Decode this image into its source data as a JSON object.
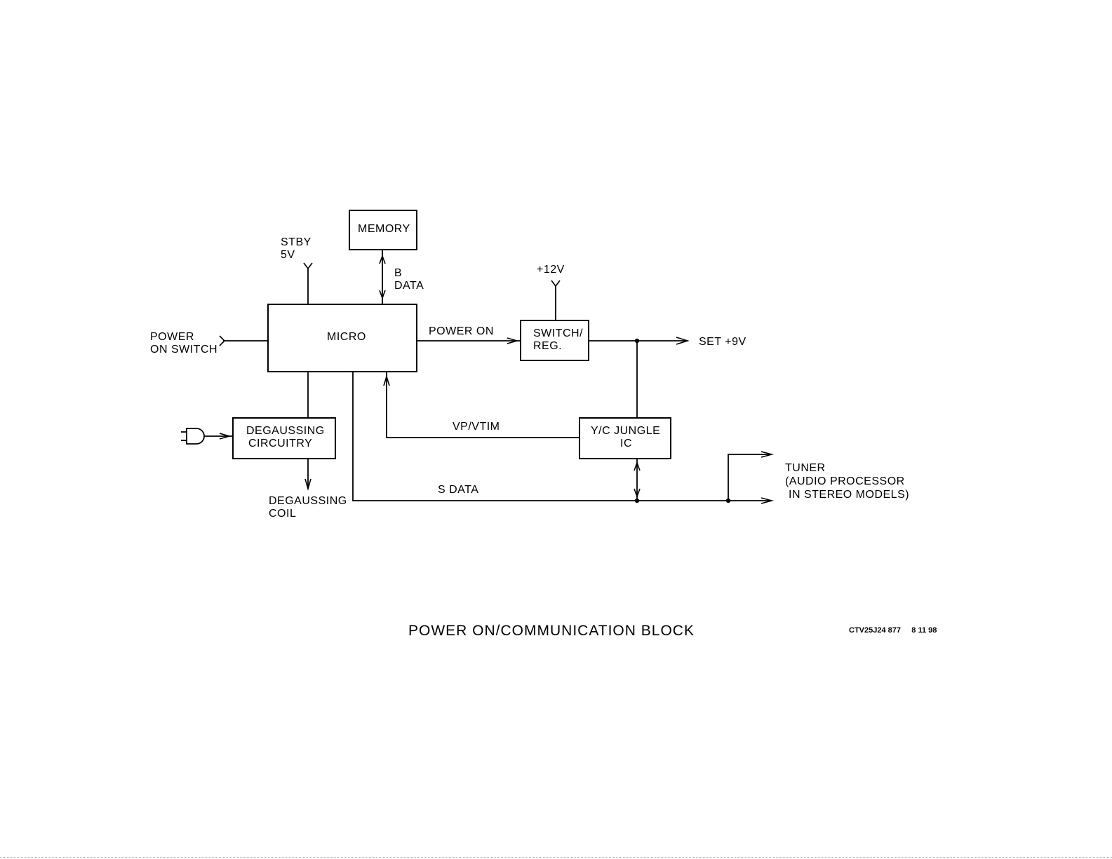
{
  "blocks": {
    "memory": "MEMORY",
    "micro": "MICRO",
    "switch_reg": [
      "SWITCH/",
      "REG."
    ],
    "degaussing_circuitry": [
      "DEGAUSSING",
      "CIRCUITRY"
    ],
    "yc_jungle": [
      "Y/C JUNGLE",
      "IC"
    ]
  },
  "labels": {
    "stby": [
      "STBY",
      "5V"
    ],
    "b_data": [
      "B",
      "DATA"
    ],
    "plus12v": "+12V",
    "power_on_switch": [
      "POWER",
      "ON SWITCH"
    ],
    "power_on": "POWER ON",
    "set_9v": "SET +9V",
    "vp_vtim": "VP/VTIM",
    "s_data": "S DATA",
    "tuner": [
      "TUNER",
      "(AUDIO PROCESSOR",
      "IN STEREO MODELS)"
    ],
    "degaussing_coil": [
      "DEGAUSSING",
      "COIL"
    ]
  },
  "footer": {
    "title": "POWER ON/COMMUNICATION BLOCK",
    "code": "CTV25J24 877     8 11 98"
  },
  "icons": {
    "power_plug": "power-plug-icon"
  }
}
